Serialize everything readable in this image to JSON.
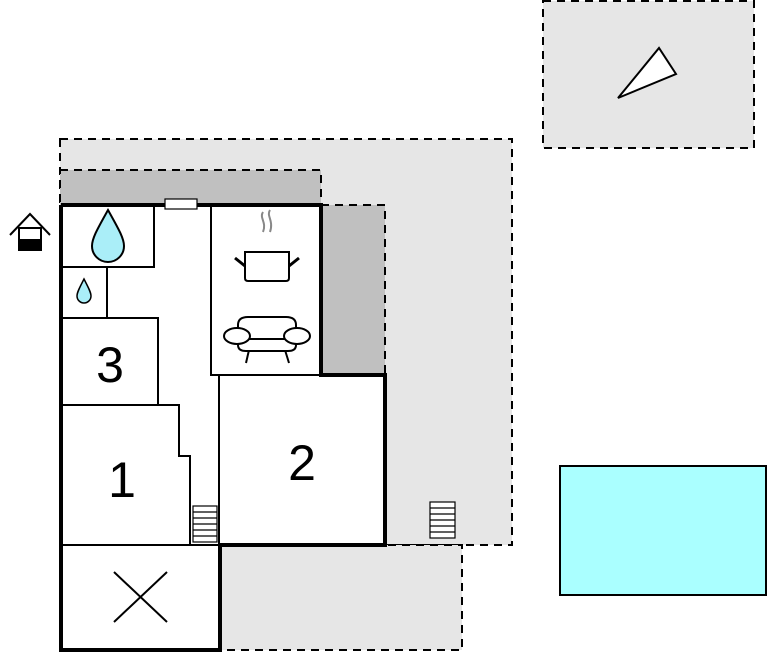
{
  "rooms": {
    "room_1_label": "1",
    "room_2_label": "2",
    "room_3_label": "3"
  },
  "icons": [
    "entrance-icon",
    "bathroom-icon",
    "toilet-icon",
    "kitchen-icon",
    "living-room-icon",
    "stairs-icon",
    "compass-icon",
    "pool",
    "unused-room-cross"
  ],
  "colors": {
    "terrace": "#e6e6e6",
    "covered": "#c0c0c0",
    "pool": "#aaffff",
    "water": "#aaeef8",
    "wall": "#000000"
  }
}
